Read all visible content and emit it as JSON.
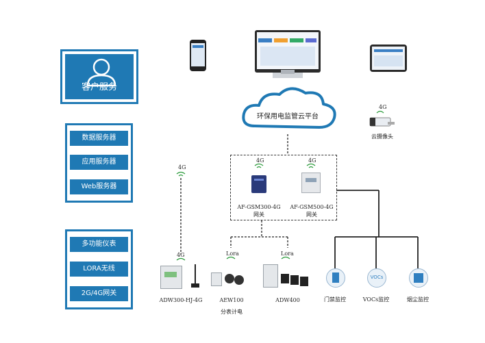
{
  "left_panel": {
    "customer_service": "客户服务",
    "servers": [
      "数据服务器",
      "应用服务器",
      "Web服务器"
    ],
    "field": [
      "多功能仪表",
      "LORA无线",
      "2G/4G网关"
    ]
  },
  "cloud": {
    "label": "环保用电监管云平台"
  },
  "camera": {
    "label": "云摄像头",
    "signal": "4G"
  },
  "gateways": [
    {
      "signal": "4G",
      "name": "AF-GSM300-4G",
      "sub": "网关"
    },
    {
      "signal": "4G",
      "name": "AF-GSM500-4G",
      "sub": "网关"
    }
  ],
  "meters": [
    {
      "signal": "4G",
      "name": "ADW300-HJ-4G",
      "sub": ""
    },
    {
      "signal": "Lora",
      "name": "AEW100",
      "sub": "分表计电"
    },
    {
      "signal": "Lora",
      "name": "ADW400",
      "sub": ""
    }
  ],
  "left_signal": "4G",
  "monitors": [
    {
      "name": "门禁监控",
      "icon_text": ""
    },
    {
      "name": "VOCs监控",
      "icon_text": "VOCs"
    },
    {
      "name": "烟尘监控",
      "icon_text": ""
    }
  ],
  "colors": {
    "primary": "#1f79b4",
    "line": "#222222"
  }
}
